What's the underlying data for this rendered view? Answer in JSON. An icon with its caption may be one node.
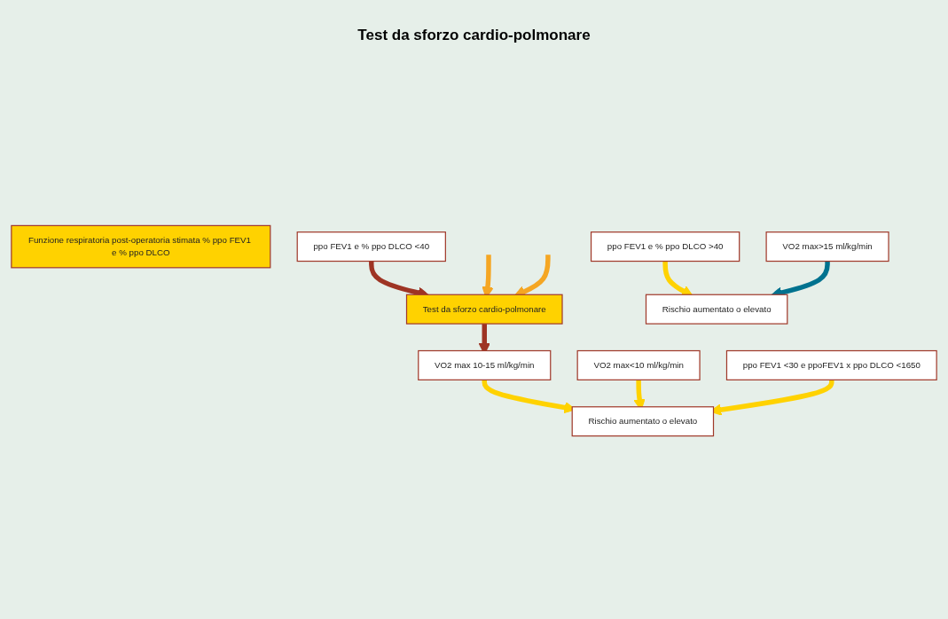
{
  "diagram": {
    "title": "Test da sforzo cardio-polmonare",
    "nodes": [
      {
        "text": [
          "Funzione respiratoria post-operatoria stimata % ppo FEV1 e % ppo DLCO"
        ]
      },
      {
        "text": [
          "ppo FEV1 e % ppo DLCO >40"
        ]
      },
      {
        "text": [
          "ppo FEV1 e % ppo DLCO <40"
        ]
      },
      {
        "text": [
          "ppo FEV1 <30 e ppoFEV1 x ppo DLCO <1650"
        ]
      },
      {
        "text": [
          "Test da sforzo cardio-polmonare"
        ]
      },
      {
        "text": [
          "VO2 max>15 ml/kg/min"
        ]
      },
      {
        "text": [
          "VO2 max<10 ml/kg/min"
        ]
      },
      {
        "text": [
          "VO2 max 10-15 ml/kg/min"
        ]
      },
      {
        "text": [
          "Rischio aumentato o elevato"
        ]
      },
      {
        "text": [
          "Rischio aumentato o elevato"
        ]
      }
    ],
    "edges": [
      {
        "from": 1,
        "to": 8,
        "arrow": "to"
      },
      {
        "from": 2,
        "to": 4,
        "arrow": "to",
        "color": "#9e3424"
      },
      {
        "from": null,
        "to": 4,
        "arrow": "to",
        "color": "#f5a623"
      },
      {
        "from": null,
        "to": 4,
        "arrow": "to",
        "color": "#f5a623"
      },
      {
        "from": 4,
        "to": 7,
        "arrow": "to",
        "color": "#9e3424"
      },
      {
        "from": 5,
        "to": 8,
        "arrow": "to",
        "color": "#00728f"
      },
      {
        "from": 7,
        "to": 9,
        "arrow": "to"
      },
      {
        "from": 6,
        "to": 9,
        "arrow": "to"
      },
      {
        "from": 3,
        "to": 9,
        "arrow": "to"
      }
    ]
  }
}
